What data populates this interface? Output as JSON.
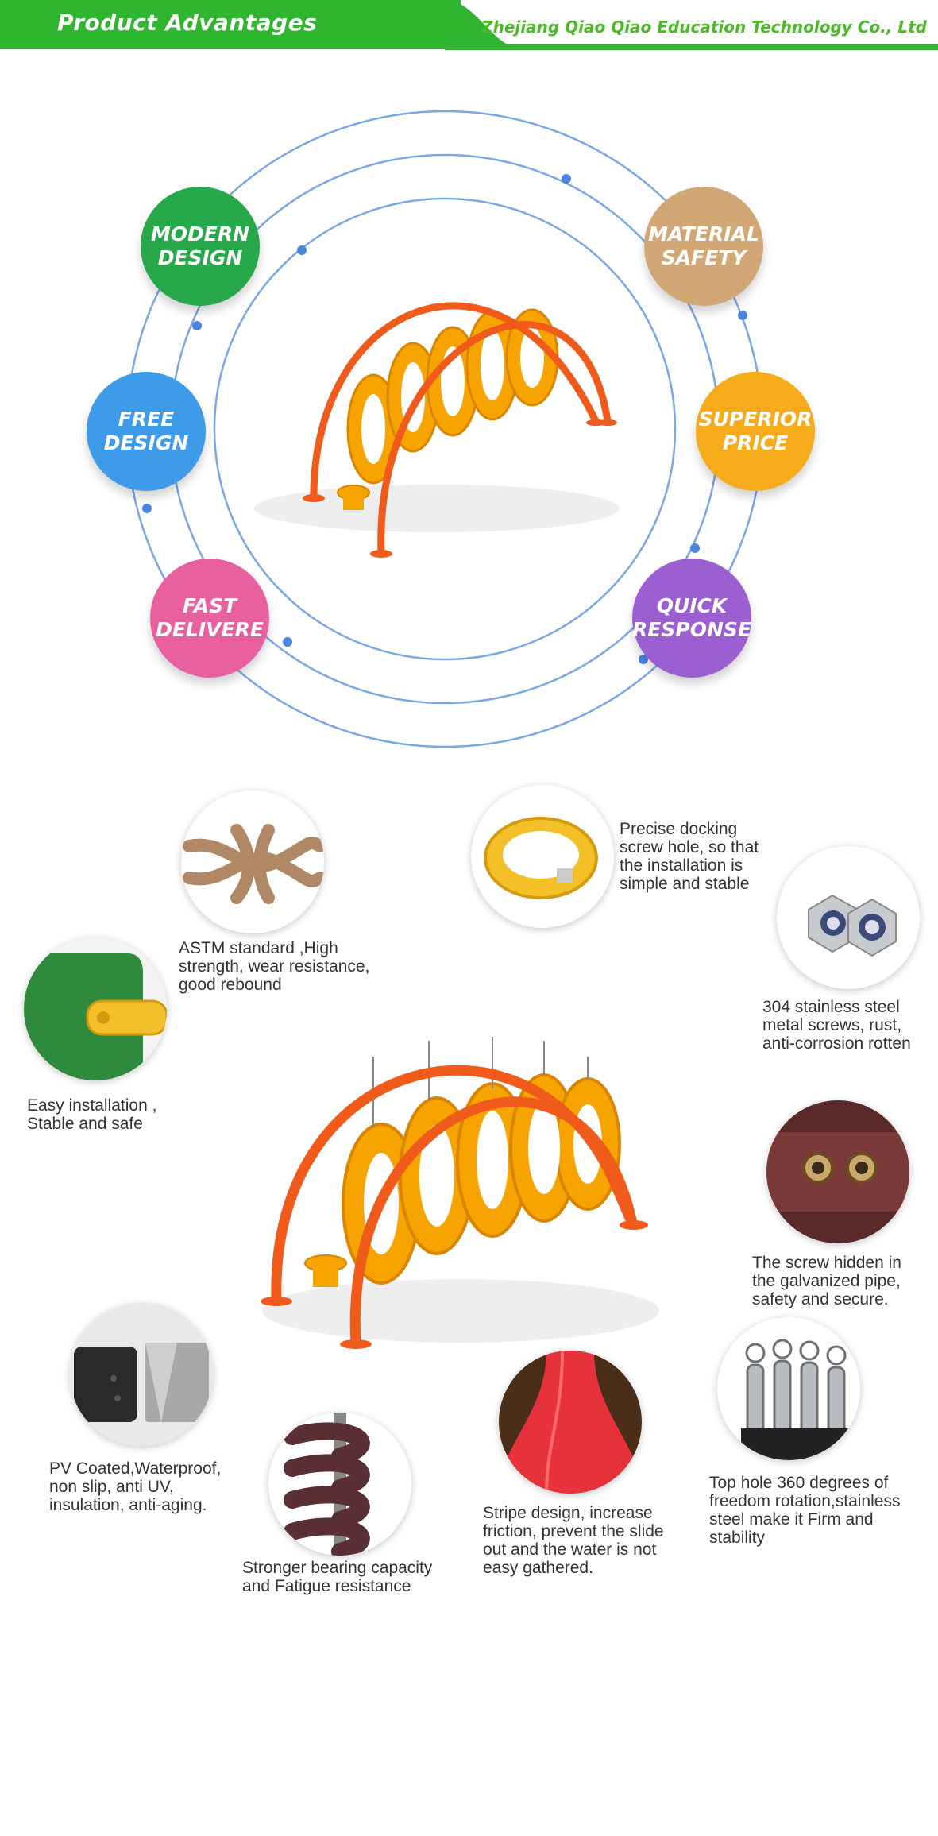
{
  "header": {
    "title": "Product Advantages",
    "company": "Zhejiang Qiao Qiao Education Technology Co., Ltd"
  },
  "colors": {
    "header_green": "#2fb52f",
    "ring_blue": "#7aa7e6",
    "frame_orange": "#f05a1a",
    "panel_yellow": "#f7a400"
  },
  "advantages": [
    {
      "label": "MODERN\nDESIGN",
      "color": "#27a84a"
    },
    {
      "label": "MATERIAL\nSAFETY",
      "color": "#d2a776"
    },
    {
      "label": "FREE\nDESIGN",
      "color": "#3d9be9"
    },
    {
      "label": "SUPERIOR\nPRICE",
      "color": "#f6ab1a"
    },
    {
      "label": "FAST\nDELIVERE",
      "color": "#e8609d"
    },
    {
      "label": "QUICK\nRESPONSE",
      "color": "#9c5fd2"
    }
  ],
  "features": [
    {
      "caption": "ASTM standard ,High\nstrength, wear resistance,\ngood rebound",
      "icon": "rope-knot-icon"
    },
    {
      "caption": "Precise docking\nscrew hole, so that\nthe installation is\nsimple and stable",
      "icon": "yellow-clamp-icon"
    },
    {
      "caption": "304 stainless steel\nmetal screws, rust,\nanti-corrosion rotten",
      "icon": "lock-nut-icon"
    },
    {
      "caption": "Easy installation ,\nStable and safe",
      "icon": "green-panel-icon"
    },
    {
      "caption": "The screw hidden in\nthe galvanized pipe,\nsafety and secure.",
      "icon": "hidden-screw-icon"
    },
    {
      "caption": "PV Coated,Waterproof,\nnon slip, anti UV,\ninsulation, anti-aging.",
      "icon": "pv-coating-icon"
    },
    {
      "caption": "Top hole 360 degrees of\nfreedom rotation,stainless\nsteel make it Firm and\nstability",
      "icon": "swivel-hook-icon"
    },
    {
      "caption": "Stripe design, increase\nfriction, prevent the slide\nout and the water is not\neasy gathered.",
      "icon": "red-slide-icon"
    },
    {
      "caption": "Stronger bearing capacity\nand Fatigue resistance",
      "icon": "spring-icon"
    }
  ]
}
